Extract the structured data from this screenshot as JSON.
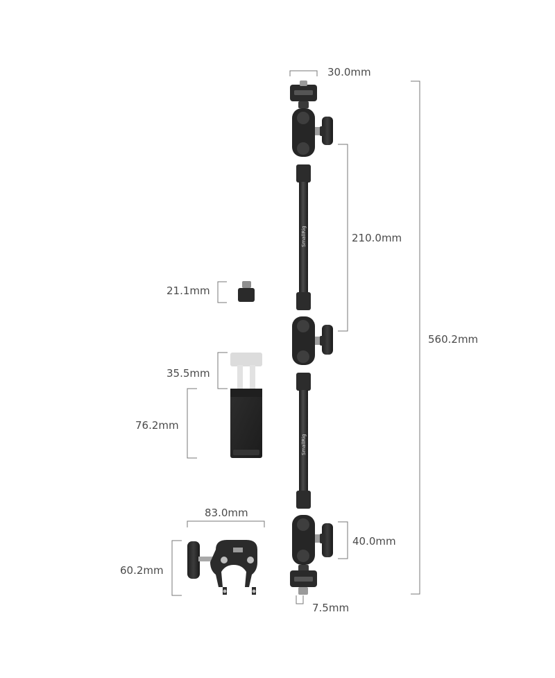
{
  "product": {
    "brand": "SmallRig"
  },
  "dimensions": {
    "top_mount_width": "30.0mm",
    "arm_segment_length": "210.0mm",
    "total_length": "560.2mm",
    "ball_head_length": "40.0mm",
    "screw_length": "7.5mm",
    "adapter_height": "21.1mm",
    "phone_clamp_extension": "35.5mm",
    "phone_clamp_height": "76.2mm",
    "super_clamp_width": "83.0mm",
    "super_clamp_height": "60.2mm"
  },
  "colors": {
    "background": "#ffffff",
    "product_dark": "#2b2b2b",
    "dimension_line": "#777777",
    "label_text": "#4a4a4a"
  }
}
